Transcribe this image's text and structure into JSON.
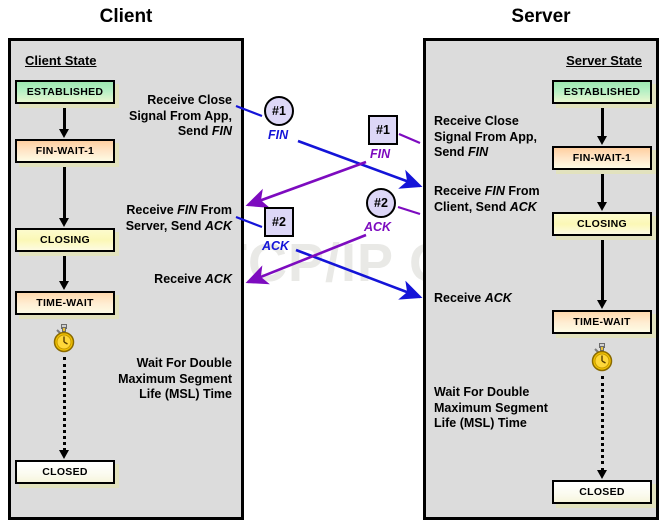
{
  "diagram": {
    "watermark": "The TCP/IP Guide",
    "columns": {
      "client": {
        "title": "Client",
        "heading": "Client State"
      },
      "server": {
        "title": "Server",
        "heading": "Server State"
      }
    },
    "client_states": [
      {
        "name": "ESTABLISHED",
        "color": "#b6f0c4"
      },
      {
        "name": "FIN-WAIT-1",
        "color": "#ffcfa0"
      },
      {
        "name": "CLOSING",
        "color": "#fbf8b6"
      },
      {
        "name": "TIME-WAIT",
        "color": "#ffd9ae"
      },
      {
        "name": "CLOSED",
        "color": "#ffffff"
      }
    ],
    "server_states": [
      {
        "name": "ESTABLISHED",
        "color": "#b6f0c4"
      },
      {
        "name": "FIN-WAIT-1",
        "color": "#ffcfa0"
      },
      {
        "name": "CLOSING",
        "color": "#fbf8b6"
      },
      {
        "name": "TIME-WAIT",
        "color": "#ffd9ae"
      },
      {
        "name": "CLOSED",
        "color": "#ffffff"
      }
    ],
    "client_events": [
      {
        "line1": "Receive Close",
        "line2": "Signal From App,",
        "line3": "Send ",
        "em3": "FIN"
      },
      {
        "line1": "Receive ",
        "em1": "FIN",
        "line1b": " From",
        "line2": "Server, Send ",
        "em2": "ACK"
      },
      {
        "line1": "Receive ",
        "em1": "ACK"
      },
      {
        "line1": "Wait For Double",
        "line2": "Maximum Segment",
        "line3": "Life (MSL) Time"
      }
    ],
    "server_events": [
      {
        "line1": "Receive Close",
        "line2": "Signal From App,",
        "line3": "Send ",
        "em3": "FIN"
      },
      {
        "line1": "Receive ",
        "em1": "FIN",
        "line1b": " From",
        "line2": "Client, Send ",
        "em2": "ACK"
      },
      {
        "line1": "Receive ",
        "em1": "ACK"
      },
      {
        "line1": "Wait For Double",
        "line2": "Maximum Segment",
        "line3": "Life (MSL) Time"
      }
    ],
    "messages": [
      {
        "id": "client-fin-sent",
        "marker": "#1",
        "label": "FIN",
        "shape": "circle",
        "color": "#1414d8",
        "side": "client"
      },
      {
        "id": "server-fin-sent",
        "marker": "#1",
        "label": "FIN",
        "shape": "square",
        "color": "#7d0bbf",
        "side": "server"
      },
      {
        "id": "client-ack-sent",
        "marker": "#2",
        "label": "ACK",
        "shape": "square",
        "color": "#1414d8",
        "side": "client"
      },
      {
        "id": "server-ack-sent",
        "marker": "#2",
        "label": "ACK",
        "shape": "circle",
        "color": "#7d0bbf",
        "side": "server"
      }
    ],
    "colors": {
      "client_message": "#1414d8",
      "server_message": "#7d0bbf",
      "panel_background": "#dcdcdc",
      "panel_border": "#000000",
      "watermark": "#e9e9e6"
    }
  }
}
